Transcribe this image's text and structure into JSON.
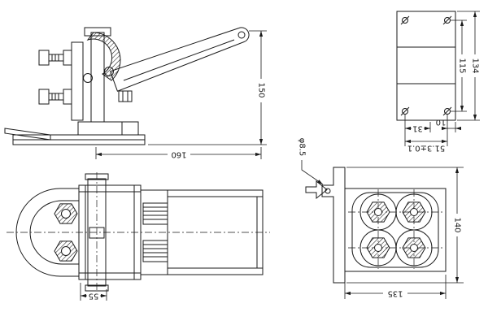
{
  "colors": {
    "line": "#1a1a1a",
    "background": "#ffffff"
  },
  "dims": {
    "side_height": "150",
    "side_length": "160",
    "plate_hole_span_v": "115",
    "plate_height": "134",
    "plate_hole_span_h": "31",
    "plate_edge_offset": "10",
    "plate_width_tol": "51.3±0.1",
    "plan_body_width": "55",
    "end_hole_dia": "φ8.5",
    "end_width": "135",
    "end_height": "140"
  }
}
